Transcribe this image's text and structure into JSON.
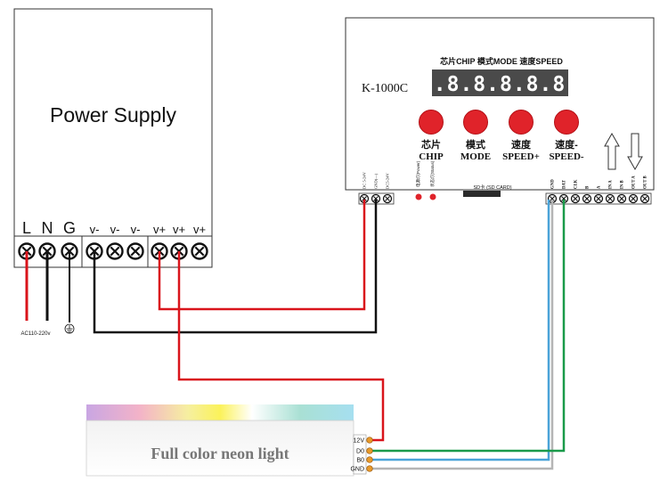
{
  "power_supply": {
    "title": "Power Supply",
    "terminal_labels": [
      "L",
      "N",
      "G",
      "v-",
      "v-",
      "v-",
      "v+",
      "v+",
      "v+"
    ],
    "ac_label": "AC110-220v"
  },
  "controller": {
    "header": "芯片CHIP 模式MODE 速度SPEED",
    "model": "K-1000C",
    "display": "8.8.8.8.8.8.",
    "buttons": [
      {
        "cn": "芯片",
        "en": "CHIP"
      },
      {
        "cn": "模式",
        "en": "MODE"
      },
      {
        "cn": "速度",
        "en": "SPEED+"
      },
      {
        "cn": "速度-",
        "en": "SPEED-"
      }
    ],
    "power_terminals": [
      "DC 5-24V",
      "GND(—)",
      "DC5-24V"
    ],
    "leds": [
      "电源灯(Power)",
      "状态灯(Status)"
    ],
    "sd_label": "SD卡 (SD CARD)",
    "signal_terminals": [
      "GND",
      "DAT",
      "CLK",
      "B",
      "A",
      "IN A",
      "IN B",
      "OUT A",
      "OUT B"
    ]
  },
  "neon": {
    "label": "Full color neon light",
    "pins": [
      "12V",
      "D0",
      "B0",
      "GND"
    ]
  },
  "colors": {
    "wire_red": "#d9141b",
    "wire_black": "#111111",
    "wire_blue": "#4aa3d8",
    "wire_green": "#1a9a4a",
    "wire_gray": "#b5b5b5",
    "button_red": "#e0232a",
    "display_bg": "#4a4a4a",
    "display_digit": "#ffffff"
  }
}
